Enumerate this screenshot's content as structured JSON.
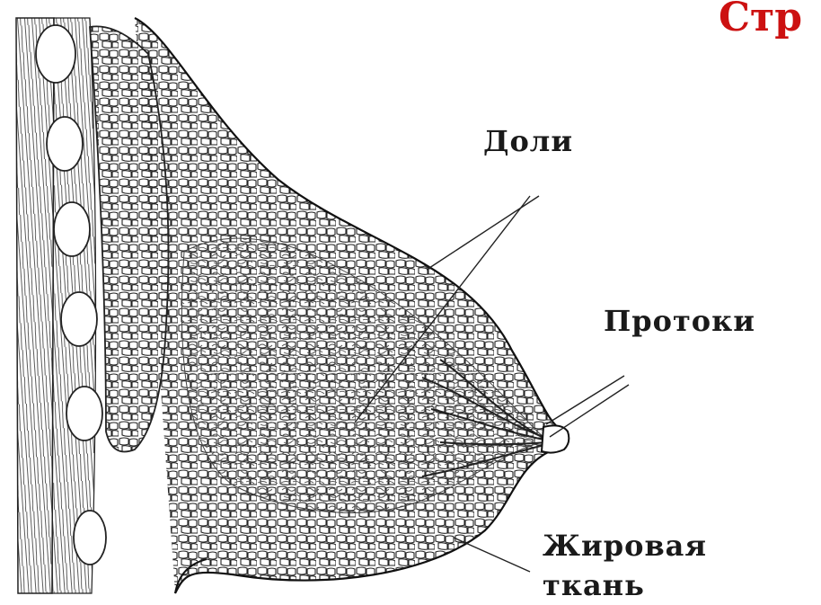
{
  "title": {
    "text": "Стр",
    "color": "#cc1111"
  },
  "labels": {
    "lobes": "Доли",
    "ducts": "Протоки",
    "fat_line1": "Жировая",
    "fat_line2": "ткань"
  },
  "colors": {
    "ink": "#1a1a1a",
    "background": "#ffffff"
  }
}
